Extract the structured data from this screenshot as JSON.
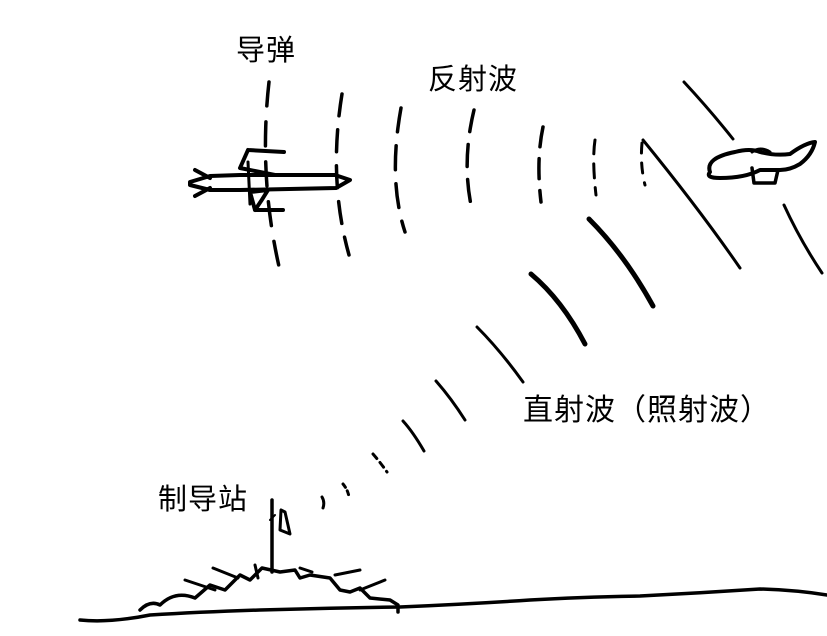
{
  "diagram": {
    "type": "semi-active radar guidance illustration",
    "labels": {
      "missile": "导弹",
      "reflected_wave": "反射波",
      "direct_wave": "直射波（照射波）",
      "guidance_station": "制导站"
    },
    "elements": {
      "missile_icon": "missile",
      "aircraft_icon": "target-aircraft",
      "ship_icon": "guidance-ship",
      "sea_line": "horizon",
      "reflected_wave_arcs": 7,
      "direct_wave_arcs": 9
    },
    "colors": {
      "ink": "#000000",
      "background": "#ffffff"
    }
  }
}
